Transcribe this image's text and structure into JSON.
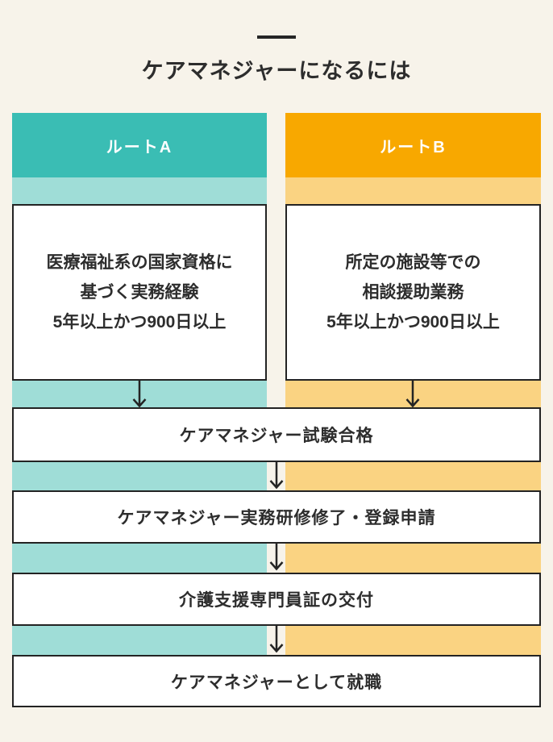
{
  "header": {
    "title": "ケアマネジャーになるには"
  },
  "colors": {
    "background": "#F7F3EA",
    "route_a": "#3ABDB4",
    "route_a_light": "#9FDDD7",
    "route_b": "#F8A800",
    "route_b_light": "#FAD382",
    "box_background": "#FFFFFF",
    "box_border": "#232323",
    "text": "#2D2D2D",
    "arrow": "#242424"
  },
  "routes": [
    {
      "label": "ルートA",
      "requirement_lines": [
        "医療福祉系の国家資格に",
        "基づく実務経験",
        "5年以上かつ900日以上"
      ]
    },
    {
      "label": "ルートB",
      "requirement_lines": [
        "所定の施設等での",
        "相談援助業務",
        "5年以上かつ900日以上"
      ]
    }
  ],
  "steps": [
    {
      "label": "ケアマネジャー試験合格"
    },
    {
      "label": "ケアマネジャー実務研修修了・登録申請"
    },
    {
      "label": "介護支援専門員証の交付"
    },
    {
      "label": "ケアマネジャーとして就職"
    }
  ]
}
